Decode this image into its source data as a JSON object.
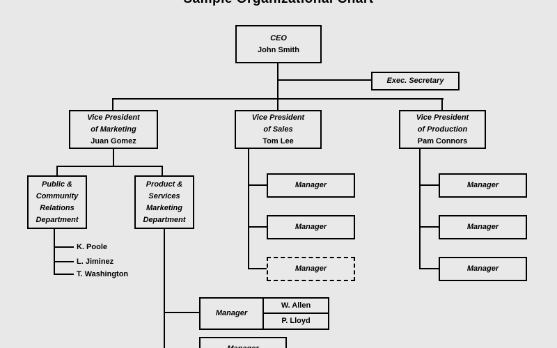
{
  "title": "Sample Organizational Chart",
  "colors": {
    "background": "#e8e8e8",
    "line": "#000000"
  },
  "ceo": {
    "role": "CEO",
    "name": "John Smith"
  },
  "exec_secretary": {
    "role": "Exec. Secretary"
  },
  "vps": [
    {
      "role_line1": "Vice President",
      "role_line2": "of Marketing",
      "name": "Juan Gomez"
    },
    {
      "role_line1": "Vice President",
      "role_line2": "of Sales",
      "name": "Tom Lee"
    },
    {
      "role_line1": "Vice President",
      "role_line2": "of Production",
      "name": "Pam Connors"
    }
  ],
  "departments": [
    {
      "lines": [
        "Public &",
        "Community",
        "Relations",
        "Department"
      ]
    },
    {
      "lines": [
        "Product &",
        "Services",
        "Marketing",
        "Department"
      ]
    }
  ],
  "pcr_staff": [
    "K. Poole",
    "L. Jiminez",
    "T. Washington"
  ],
  "sales_managers": [
    "Manager",
    "Manager",
    "Manager"
  ],
  "production_managers": [
    "Manager",
    "Manager",
    "Manager"
  ],
  "marketing_manager": {
    "role": "Manager",
    "staff": [
      "W. Allen",
      "P. Lloyd"
    ]
  },
  "bottom_manager": {
    "role": "Manager"
  }
}
